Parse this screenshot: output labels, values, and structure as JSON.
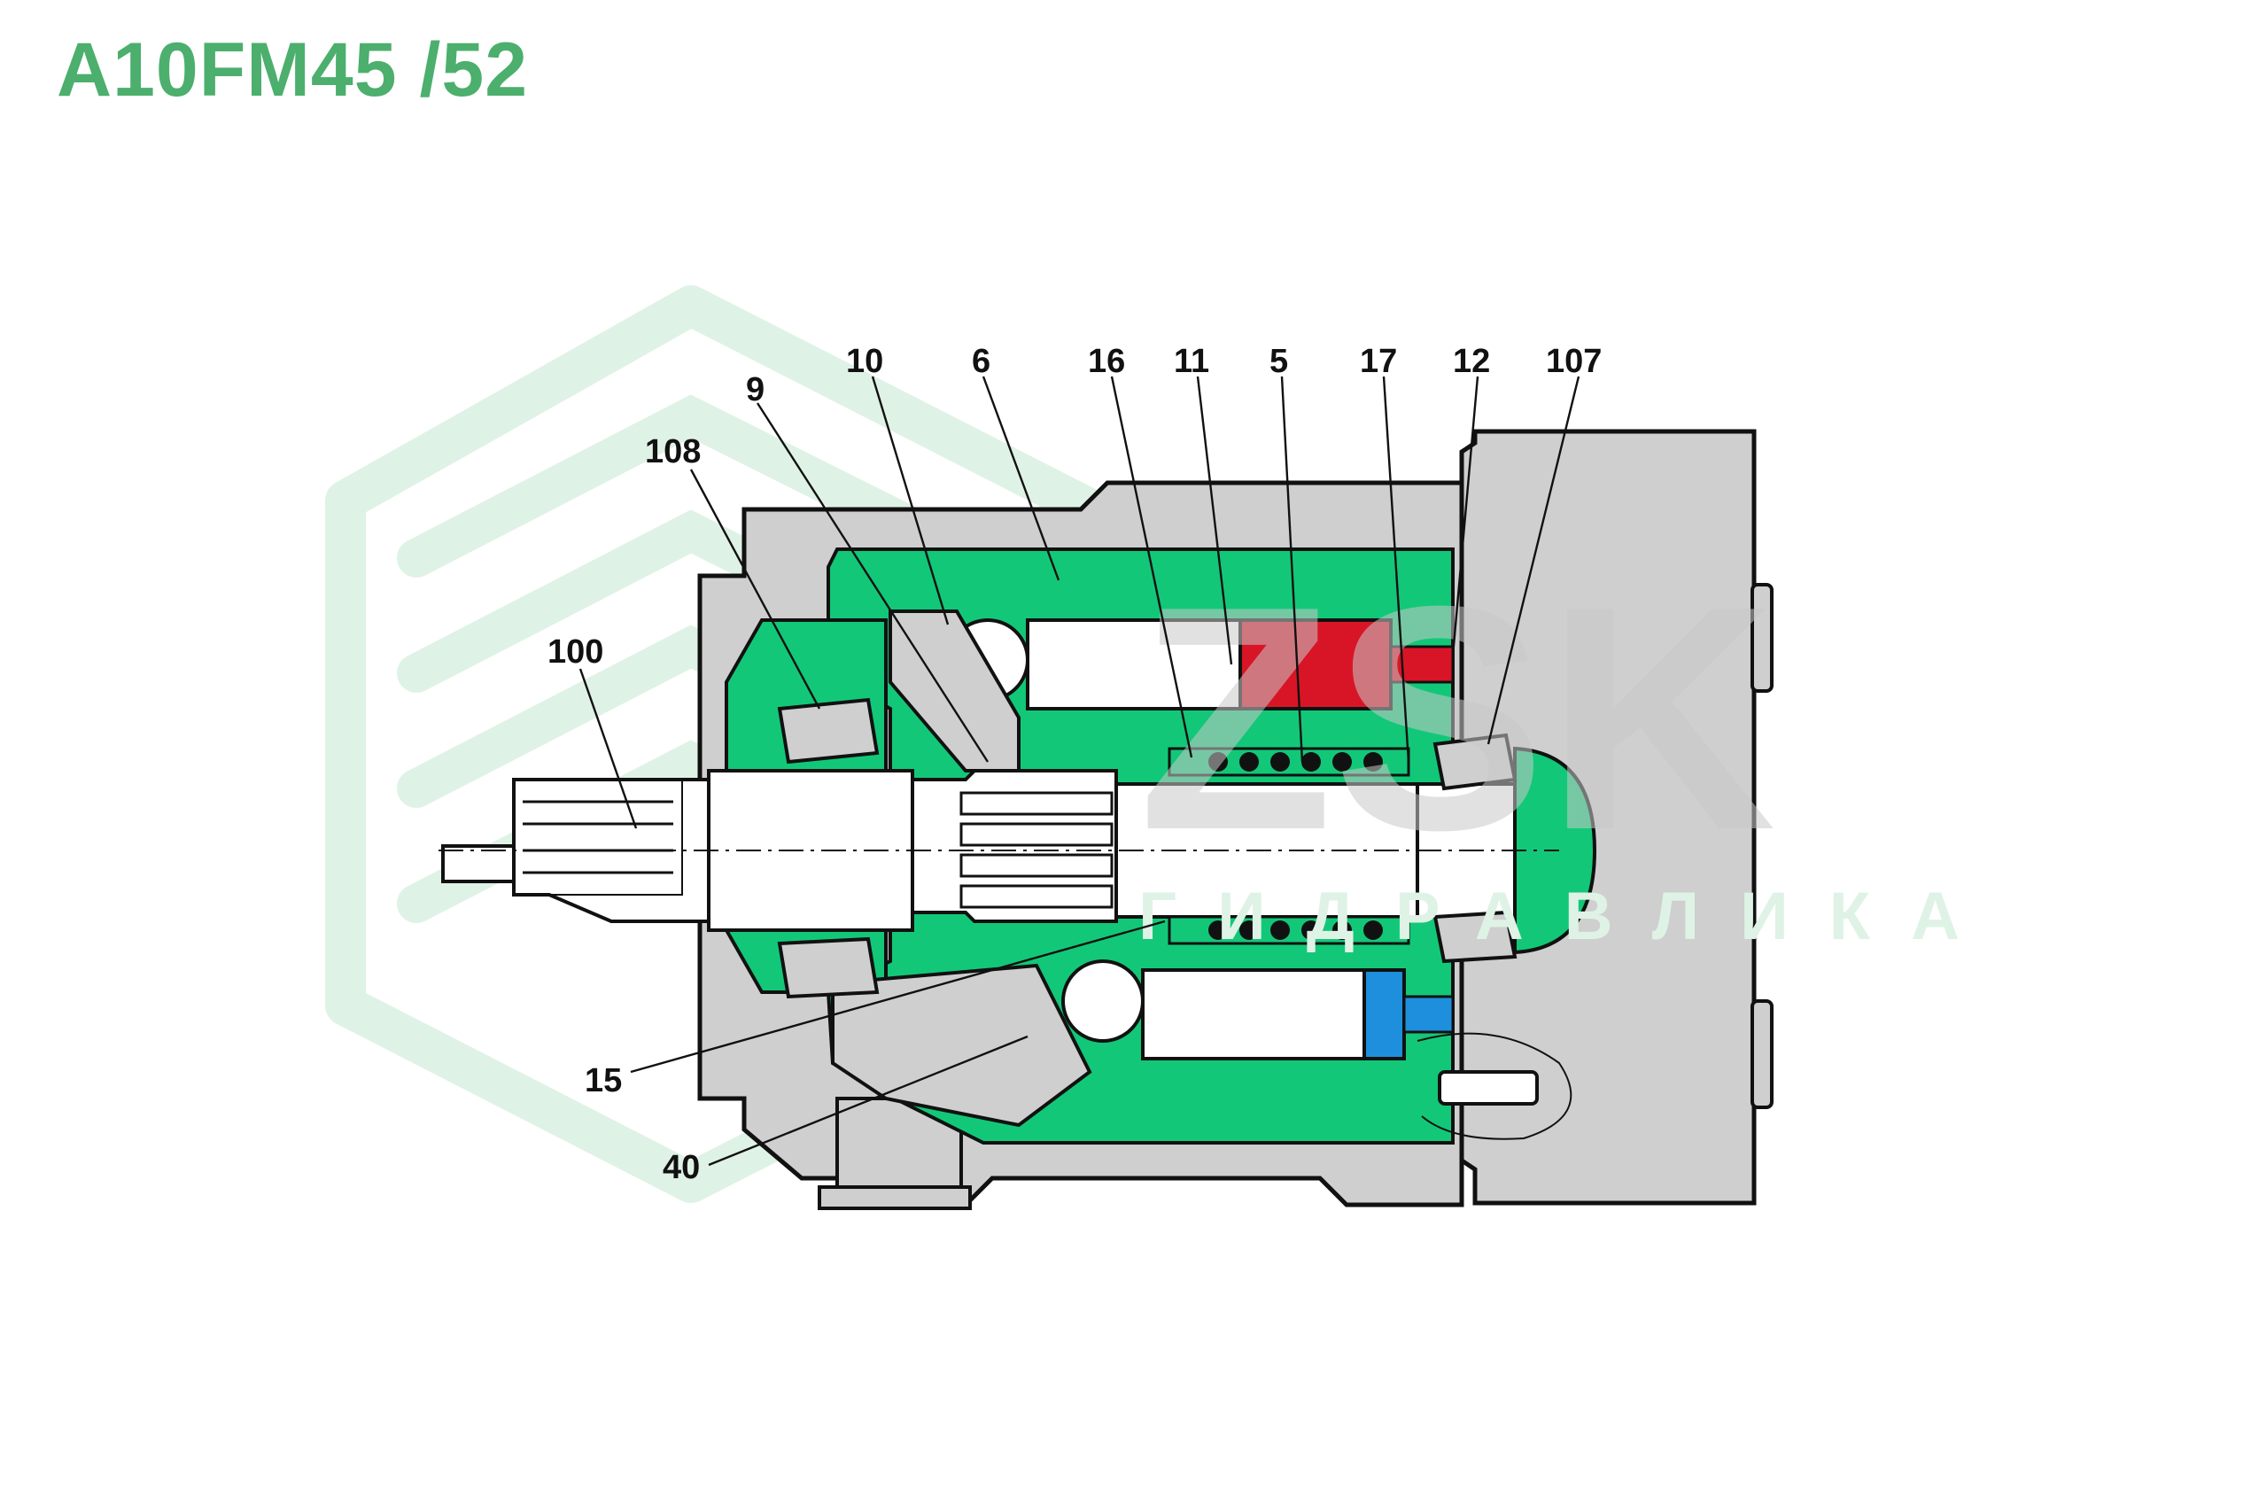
{
  "title": "A10FM45 /52",
  "watermark": {
    "brand": "ZSK",
    "subtitle": "ГИДРАВЛИКА"
  },
  "callouts": {
    "c100": "100",
    "c108": "108",
    "c9": "9",
    "c10": "10",
    "c6": "6",
    "c16": "16",
    "c11": "11",
    "c5": "5",
    "c17": "17",
    "c12": "12",
    "c107": "107",
    "c15": "15",
    "c40": "40"
  },
  "colors": {
    "title": "#4caf6d",
    "housing_grey": "#cfcfcf",
    "inner_green": "#12c878",
    "piston_red": "#d81526",
    "piston_blue": "#1e8fdc",
    "watermark_green": "#dff2e6",
    "watermark_grey": "#c8c8c8"
  }
}
